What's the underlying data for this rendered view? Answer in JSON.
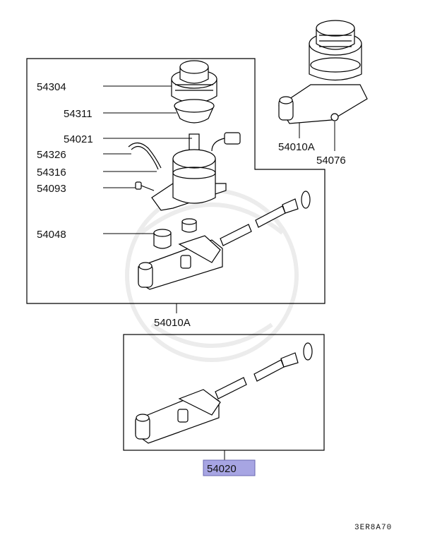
{
  "part_labels": {
    "cap": "54304",
    "strainer": "54311",
    "sensor": "54021",
    "hose": "54326",
    "reservoir": "54316",
    "bolt": "54093",
    "grommet": "54048",
    "assembly_upper": "54010A",
    "assembly_alt": "54010A",
    "nut": "54076",
    "kit": "54020"
  },
  "diagram_code": "3ER8A70",
  "highlight_color": "#a7a5e3"
}
